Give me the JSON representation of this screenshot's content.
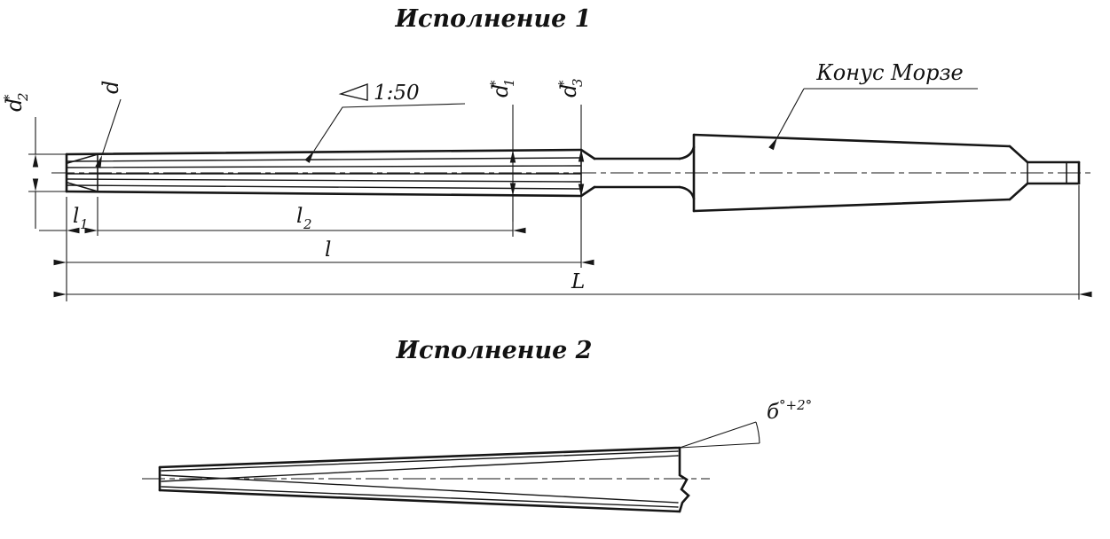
{
  "page": {
    "background": "#ffffff",
    "ink": "#161616"
  },
  "view1": {
    "title": "Исполнение 1",
    "labels": {
      "d2": {
        "base": "d",
        "sub": "2",
        "sup": "*"
      },
      "d": {
        "base": "d"
      },
      "taper": "1:50",
      "d1": {
        "base": "d",
        "sub": "1",
        "sup": "*"
      },
      "d3": {
        "base": "d",
        "sub": "3",
        "sup": "*"
      },
      "morse": "Конус Морзе"
    },
    "dims": {
      "l1": {
        "base": "l",
        "sub": "1"
      },
      "l2": {
        "base": "l",
        "sub": "2"
      },
      "l": {
        "base": "l"
      },
      "L": {
        "base": "L"
      }
    }
  },
  "view2": {
    "title": "Исполнение 2",
    "angle": {
      "base": "б",
      "sup": "°+2°"
    }
  }
}
